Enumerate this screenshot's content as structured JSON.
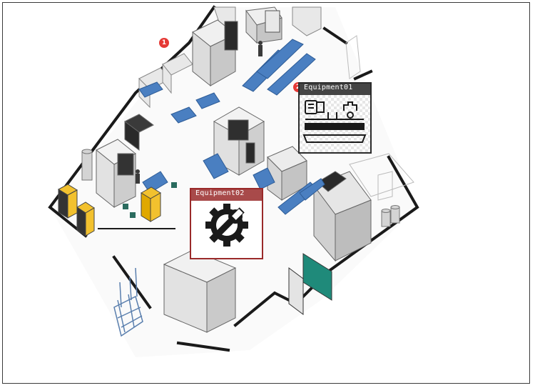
{
  "markers": [
    {
      "number": "1",
      "color": "#e53935"
    },
    {
      "number": "2",
      "color": "#e53935"
    }
  ],
  "popups": {
    "equipment01": {
      "title": "Equipment01",
      "icon": "machine-tool-icon",
      "header_color": "#444444",
      "border_color": "#2b2b2b"
    },
    "equipment02": {
      "title": "Equipment02",
      "icon": "wrench-gear-icon",
      "header_color": "#a84a4a",
      "border_color": "#9a2a2a",
      "caption": ""
    }
  },
  "colors": {
    "desk_blue": "#4a7fc1",
    "machine_yellow": "#f2c12e",
    "wall_black": "#1a1a1a",
    "screen_teal": "#1f8a7a"
  }
}
